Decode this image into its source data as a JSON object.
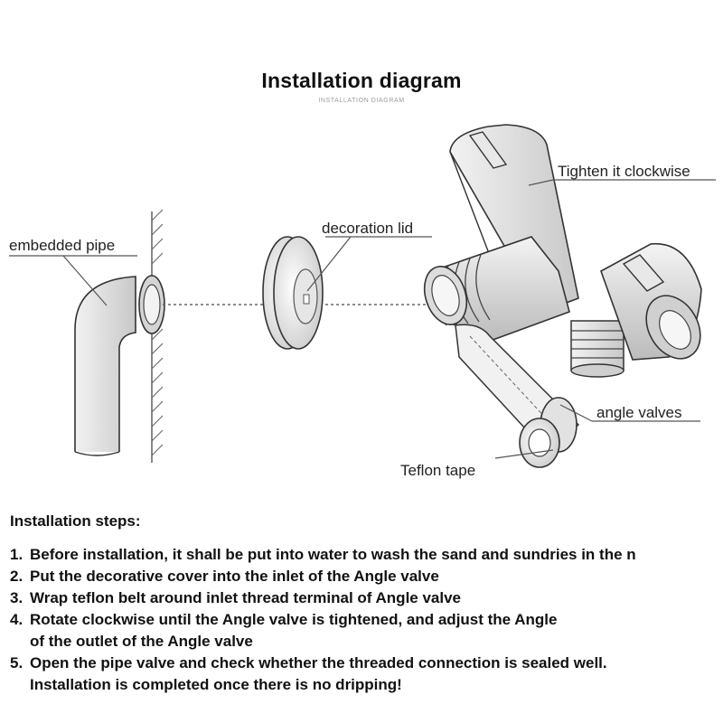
{
  "header": {
    "title": "Installation diagram",
    "subtitle": "INSTALLATION DIAGRAM"
  },
  "labels": {
    "embedded_pipe": "embedded pipe",
    "decoration_lid": "decoration lid",
    "tighten": "Tighten it clockwise",
    "angle_valves": "angle valves",
    "teflon_tape": "Teflon tape"
  },
  "steps": {
    "heading": "Installation steps:",
    "items": [
      {
        "number": "1.",
        "lines": [
          "Before installation, it shall be put into water to wash the sand and sundries in the n"
        ]
      },
      {
        "number": "2.",
        "lines": [
          "Put the decorative cover into the inlet of the Angle valve"
        ]
      },
      {
        "number": "3.",
        "lines": [
          "Wrap teflon belt around inlet thread terminal of Angle valve"
        ]
      },
      {
        "number": "4.",
        "lines": [
          "Rotate clockwise until the Angle valve is tightened, and adjust the Angle",
          "of the outlet of the Angle valve"
        ]
      },
      {
        "number": "5.",
        "lines": [
          "Open the pipe valve and check whether the threaded connection is sealed well.",
          "Installation is completed once there is no dripping!"
        ]
      }
    ]
  }
}
